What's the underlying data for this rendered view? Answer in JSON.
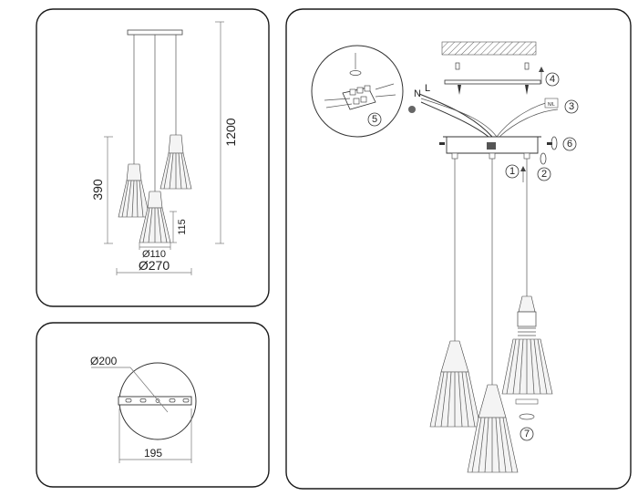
{
  "dimensions": {
    "total_height": "1200",
    "shade_drop": "390",
    "shade_height": "115",
    "shade_diameter": "Ø110",
    "cluster_diameter": "Ø270",
    "canopy_diameter": "Ø200",
    "bracket_width": "195"
  },
  "wiring": {
    "neutral": "N",
    "live": "L"
  },
  "steps": [
    "1",
    "2",
    "3",
    "4",
    "5",
    "6",
    "7"
  ]
}
